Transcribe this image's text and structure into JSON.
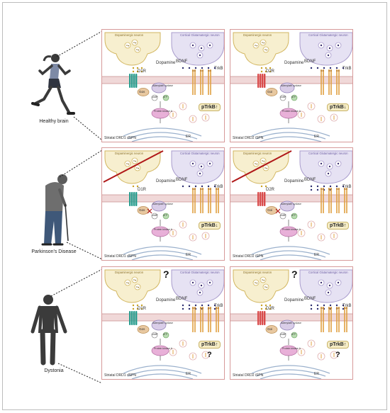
{
  "people": [
    {
      "label": "Healthy brain",
      "figure": "running-person-icon"
    },
    {
      "label": "Parkinson's Disease",
      "figure": "stooped-person-with-cane-icon"
    },
    {
      "label": "Dystonia",
      "figure": "standing-person-icon"
    }
  ],
  "rows": [
    {
      "panels": [
        {
          "receptor": "D1R",
          "dopa": "Dopaminergic neuron",
          "cortical": "Cortical Glutamatergic neuron",
          "dopamine": "Dopamine",
          "bdnf": "BDNF",
          "trkb": "TrkB",
          "cyclase": "Adenylate cyclase",
          "camp": "cAMP",
          "atp": "ATP",
          "pka": "Protein kinase A",
          "g": "Gαs",
          "er": "ER",
          "ptrkb": "pTrkB",
          "arrow": "↑",
          "caption": "Striatal DRD1 dSPN",
          "crossed": false,
          "question": false
        },
        {
          "receptor": "D2R",
          "dopa": "Dopaminergic neuron",
          "cortical": "Cortical Glutamatergic neuron",
          "dopamine": "Dopamine",
          "bdnf": "BDNF",
          "trkb": "TrkB",
          "cyclase": "Adenylate cyclase",
          "camp": "cAMP",
          "atp": "ATP",
          "pka": "Protein kinase A",
          "g": "Gαi",
          "er": "ER",
          "ptrkb": "pTrkB",
          "arrow": "↓",
          "caption": "Striatal DRD2 iSPN",
          "crossed": false,
          "question": false
        }
      ]
    },
    {
      "panels": [
        {
          "receptor": "D1R",
          "dopa": "Dopaminergic neuron",
          "cortical": "Cortical Glutamatergic neuron",
          "dopamine": "Dopamine",
          "bdnf": "BDNF",
          "trkb": "TrkB",
          "cyclase": "Adenylate cyclase",
          "camp": "cAMP",
          "atp": "ATP",
          "pka": "Protein kinase A",
          "g": "Gαs",
          "er": "ER",
          "ptrkb": "pTrkB",
          "arrow": "↓",
          "caption": "Striatal DRD1 dSPN",
          "crossed": true,
          "question": false
        },
        {
          "receptor": "D2R",
          "dopa": "Dopaminergic neuron",
          "cortical": "Cortical Glutamatergic neuron",
          "dopamine": "Dopamine",
          "bdnf": "BDNF",
          "trkb": "TrkB",
          "cyclase": "Adenylate cyclase",
          "camp": "cAMP",
          "atp": "ATP",
          "pka": "Protein kinase A",
          "g": "Gαi",
          "er": "ER",
          "ptrkb": "pTrkB",
          "arrow": "↑",
          "caption": "Striatal DRD2 iSPN",
          "crossed": true,
          "question": false
        }
      ]
    },
    {
      "panels": [
        {
          "receptor": "D1R",
          "dopa": "Dopaminergic neuron",
          "cortical": "Cortical Glutamatergic neuron",
          "dopamine": "Dopamine",
          "bdnf": "BDNF",
          "trkb": "TrkB",
          "cyclase": "Adenylate cyclase",
          "camp": "cAMP",
          "atp": "ATP",
          "pka": "Protein kinase A",
          "g": "Gαs",
          "er": "ER",
          "ptrkb": "pTrkB",
          "arrow": "↑",
          "caption": "Striatal DRD1 dSPN",
          "crossed": false,
          "question": true,
          "q1": "?",
          "q2": "?"
        },
        {
          "receptor": "D2R",
          "dopa": "Dopaminergic neuron",
          "cortical": "Cortical Glutamatergic neuron",
          "dopamine": "Dopamine",
          "bdnf": "BDNF",
          "trkb": "TrkB",
          "cyclase": "Adenylate cyclase",
          "camp": "cAMP",
          "atp": "ATP",
          "pka": "Protein kinase A",
          "g": "Gαi",
          "er": "ER",
          "ptrkb": "pTrkB",
          "arrow": "↑",
          "caption": "Striatal DRD2 iSPN",
          "crossed": false,
          "question": true,
          "q1": "?",
          "q2": "?"
        }
      ]
    }
  ],
  "colors": {
    "dopa_fill": "#f7efcf",
    "dopa_stroke": "#d2b660",
    "cort_fill": "#e6e2f3",
    "cort_stroke": "#a99ccc",
    "d1": "#2a9d8f",
    "d2": "#d94b4b",
    "trkb": "#e0a040",
    "g_fill": "#e8c8a0",
    "cyclase_fill": "#d9cde8",
    "pka_fill": "#e8b0d8",
    "atp_fill": "#b8dcb0",
    "membrane": "#e3b8b8",
    "cross": "#b01818"
  }
}
